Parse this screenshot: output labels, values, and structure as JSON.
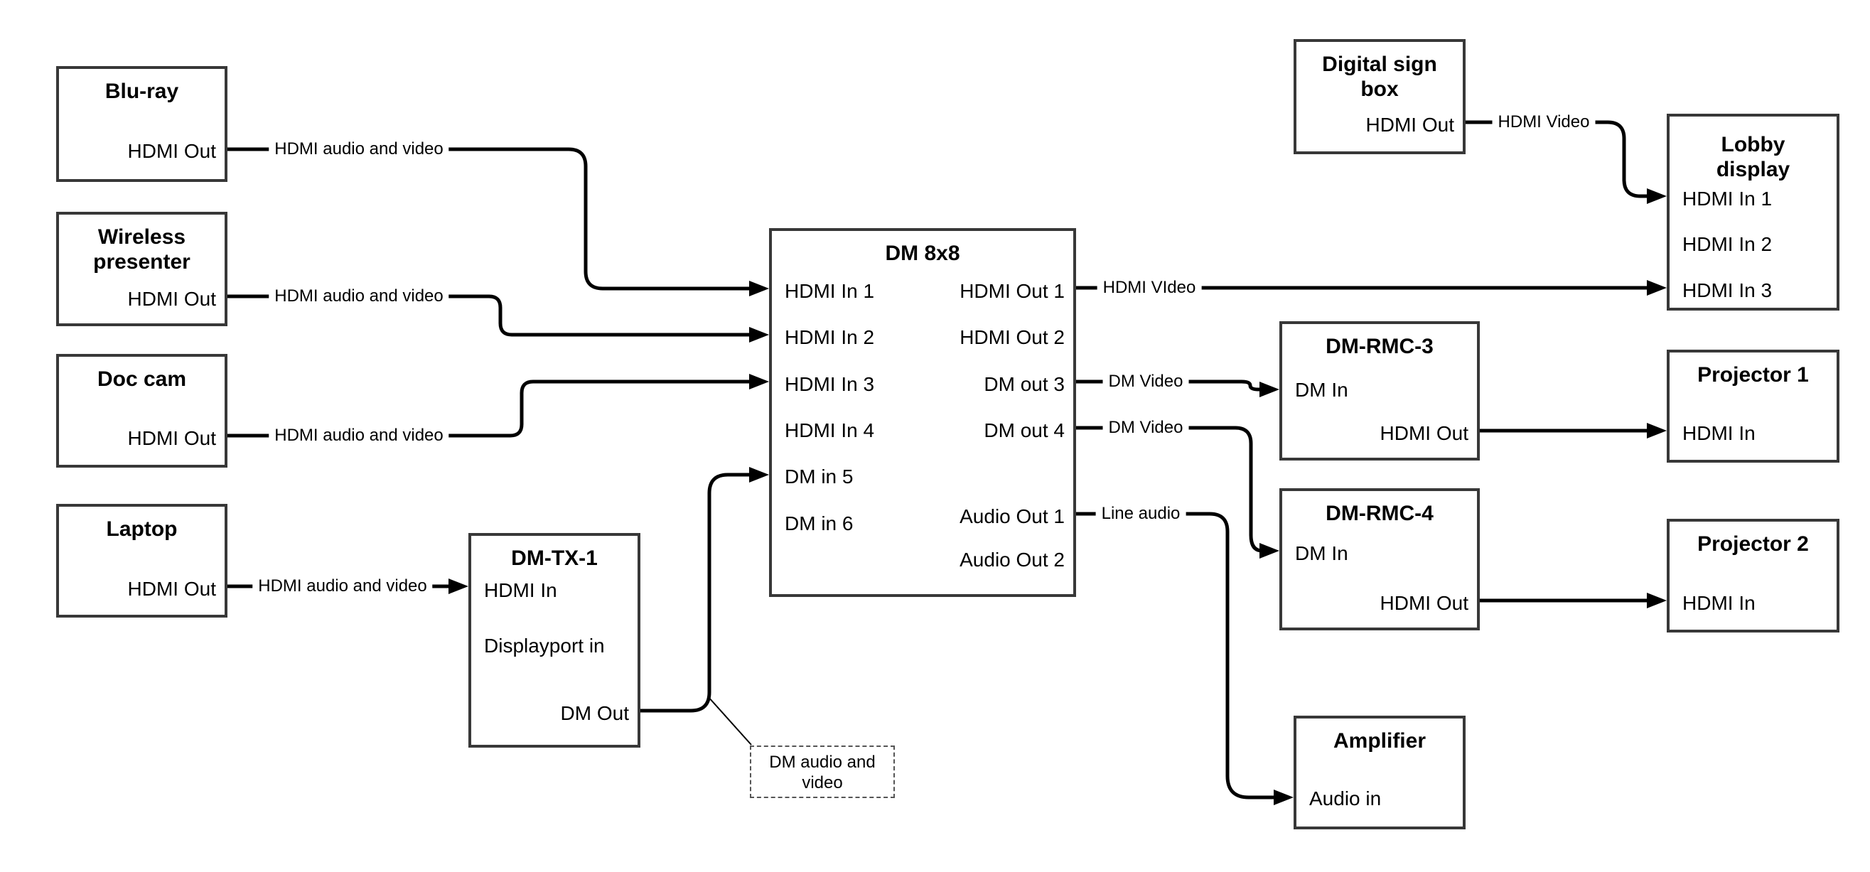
{
  "nodes": {
    "bluray": {
      "title": "Blu-ray",
      "ports": [
        "HDMI Out"
      ]
    },
    "wireless": {
      "title": "Wireless presenter",
      "ports": [
        "HDMI Out"
      ]
    },
    "doccam": {
      "title": "Doc cam",
      "ports": [
        "HDMI Out"
      ]
    },
    "laptop": {
      "title": "Laptop",
      "ports": [
        "HDMI Out"
      ]
    },
    "dmtx1": {
      "title": "DM-TX-1",
      "ports": [
        "HDMI In",
        "Displayport in",
        "DM Out"
      ]
    },
    "dm8x8": {
      "title": "DM 8x8",
      "left_ports": [
        "HDMI In 1",
        "HDMI In 2",
        "HDMI In 3",
        "HDMI In 4",
        "DM in 5",
        "DM in 6"
      ],
      "right_ports": [
        "HDMI Out 1",
        "HDMI Out 2",
        "DM out 3",
        "DM out 4",
        "Audio Out 1",
        "Audio Out 2"
      ]
    },
    "digitalsign": {
      "title": "Digital sign box",
      "ports": [
        "HDMI Out"
      ]
    },
    "lobby": {
      "title": "Lobby display",
      "ports": [
        "HDMI In 1",
        "HDMI In 2",
        "HDMI In 3"
      ]
    },
    "dmrmc3": {
      "title": "DM-RMC-3",
      "ports": [
        "DM In",
        "HDMI Out"
      ]
    },
    "proj1": {
      "title": "Projector 1",
      "ports": [
        "HDMI In"
      ]
    },
    "dmrmc4": {
      "title": "DM-RMC-4",
      "ports": [
        "DM In",
        "HDMI Out"
      ]
    },
    "proj2": {
      "title": "Projector 2",
      "ports": [
        "HDMI In"
      ]
    },
    "amplifier": {
      "title": "Amplifier",
      "ports": [
        "Audio in"
      ]
    }
  },
  "edges": {
    "bluray_to_dm8x8": {
      "label": "HDMI audio and video"
    },
    "wireless_to_dm8x8": {
      "label": "HDMI audio and video"
    },
    "doccam_to_dm8x8": {
      "label": "HDMI audio and video"
    },
    "laptop_to_dmtx1": {
      "label": "HDMI audio and video"
    },
    "dm8x8_to_lobby": {
      "label": "HDMI VIdeo"
    },
    "dm8x8_to_dmrmc3": {
      "label": "DM Video"
    },
    "dm8x8_to_dmrmc4": {
      "label": "DM Video"
    },
    "dm8x8_to_amplifier": {
      "label": "Line audio"
    },
    "digitalsign_to_lobby": {
      "label": "HDMI Video"
    }
  },
  "note": {
    "text": "DM audio and video"
  },
  "colors": {
    "background": "#ffffff",
    "box_border": "#383838",
    "wire": "#000000",
    "text": "#000000"
  }
}
